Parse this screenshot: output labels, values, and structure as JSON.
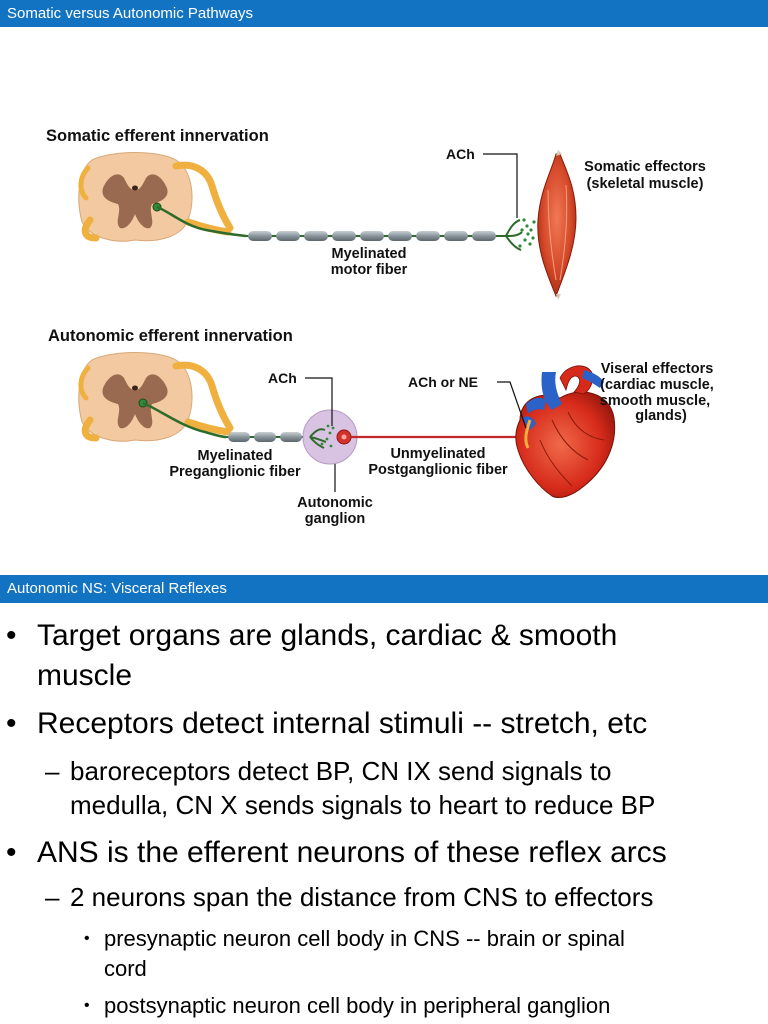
{
  "slide1": {
    "header": "Somatic versus Autonomic Pathways",
    "diagram": {
      "somatic_title": "Somatic efferent innervation",
      "somatic_ach": "ACh",
      "somatic_effectors_line1": "Somatic effectors",
      "somatic_effectors_line2": "(skeletal muscle)",
      "myelinated_motor_line1": "Myelinated",
      "myelinated_motor_line2": "motor fiber",
      "autonomic_title": "Autonomic efferent innervation",
      "auto_ach": "ACh",
      "ach_or_ne": "ACh or NE",
      "visceral_line1": "Viseral effectors",
      "visceral_line2": "(cardiac muscle,",
      "visceral_line3": "smooth muscle,",
      "visceral_line4": "glands)",
      "pre_line1": "Myelinated",
      "pre_line2": "Preganglionic fiber",
      "post_line1": "Unmyelinated",
      "post_line2": "Postganglionic fiber",
      "ganglion_line1": "Autonomic",
      "ganglion_line2": "ganglion"
    }
  },
  "slide2": {
    "header": "Autonomic NS: Visceral Reflexes",
    "bullets": [
      {
        "level": 1,
        "marker": "•",
        "lines": [
          "Target organs are glands, cardiac & smooth",
          "muscle"
        ]
      },
      {
        "level": 1,
        "marker": "•",
        "lines": [
          "Receptors detect internal stimuli -- stretch, etc"
        ]
      },
      {
        "level": 2,
        "marker": "–",
        "lines": [
          "baroreceptors detect BP, CN IX send signals to",
          "medulla, CN X sends signals to heart to reduce BP"
        ]
      },
      {
        "level": 1,
        "marker": "•",
        "lines": [
          "ANS is the efferent neurons of these reflex arcs"
        ]
      },
      {
        "level": 2,
        "marker": "–",
        "lines": [
          "2 neurons span the distance from CNS to effectors"
        ]
      },
      {
        "level": 3,
        "marker": "•",
        "lines": [
          "presynaptic neuron cell body in CNS -- brain or spinal",
          "cord"
        ]
      },
      {
        "level": 3,
        "marker": "•",
        "lines": [
          "postsynaptic neuron cell body in peripheral ganglion"
        ]
      }
    ]
  },
  "colors": {
    "header_bg": "#1273c3",
    "spinal_white": "#f2c9a0",
    "spinal_gray": "#9a6a50",
    "nerve_yellow": "#f0b040",
    "axon_green": "#2e6b2a",
    "myelin_gray": "#7f8c92",
    "muscle_red": "#d64a2a",
    "heart_red": "#d62a1a",
    "vessel_blue": "#2a62c8",
    "ganglion_lilac": "#d9c3e3",
    "postganglionic_red": "#c2272a"
  }
}
